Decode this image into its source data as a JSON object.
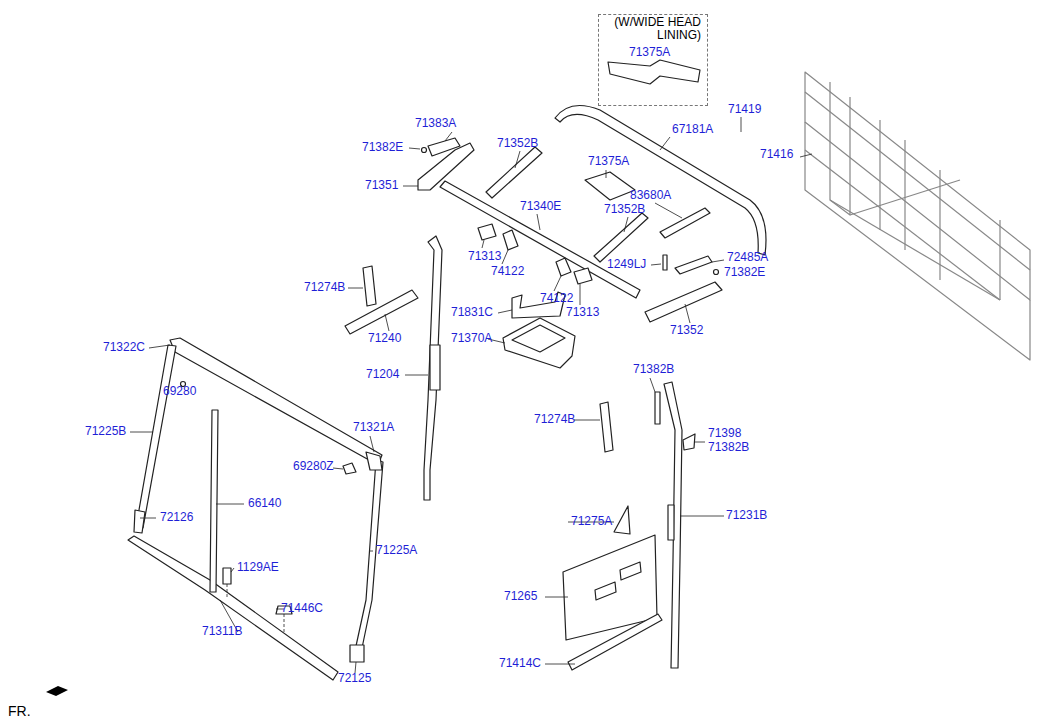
{
  "diagram": {
    "nodes": [
      {
        "text": [
          "(W/WIDE HEAD LINING)",
          "71375A"
        ]
      }
    ],
    "labels": [
      "71383A",
      "71382E",
      "71352B",
      "67181A",
      "71419",
      "71416",
      "71375A",
      "71351",
      "83680A",
      "71340E",
      "71352B",
      "71313",
      "74122",
      "1249LJ",
      "72485A",
      "71382E",
      "71274B",
      "74122",
      "71313",
      "71831C",
      "71352",
      "71240",
      "71370A",
      "71322C",
      "69280",
      "71204",
      "71382B",
      "71225B",
      "71321A",
      "71274B",
      "71398",
      "71382B",
      "69280Z",
      "72126",
      "66140",
      "71275A",
      "71231B",
      "71265",
      "1129AE",
      "71225A",
      "71446C",
      "71311B",
      "71414C",
      "72125",
      "FR."
    ]
  }
}
